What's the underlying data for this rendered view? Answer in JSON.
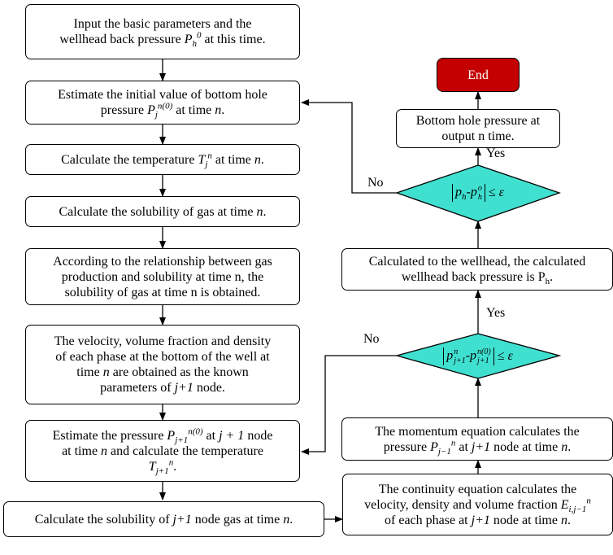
{
  "colors": {
    "decision_fill": "#40e0d0",
    "end_fill": "#c40000",
    "line": "#000000"
  },
  "left": {
    "b1": {
      "l1": "Input the basic parameters and the",
      "l2a": "wellhead back pressure ",
      "sym": "P",
      "sub": "h",
      "sup": "0",
      "l2b": " at this time."
    },
    "b2": {
      "l1": "Estimate the initial value of bottom hole",
      "l2a": "pressure ",
      "sym": "P",
      "sub": "j",
      "sup": "n(0)",
      "l2b": " at time ",
      "t": "n",
      "end": "."
    },
    "b3": {
      "a": "Calculate the temperature ",
      "sym": "T",
      "sub": "j",
      "sup": "n",
      "b": " at time ",
      "t": "n",
      "end": "."
    },
    "b4": {
      "a": "Calculate the solubility of gas at time ",
      "t": "n",
      "end": "."
    },
    "b5": {
      "l1": "According to the relationship between gas",
      "l2": "production and solubility at time n, the",
      "l3": "solubility of gas at time n is obtained."
    },
    "b6": {
      "l1": "The velocity, volume fraction and density",
      "l2": "of each phase at the bottom of the well at",
      "l3a": "time ",
      "t": "n",
      "l3b": " are obtained as the known",
      "l4a": "parameters of ",
      "node": "j+1",
      "l4b": " node."
    },
    "b7": {
      "l1a": "Estimate the pressure ",
      "sym": "P",
      "sub": "j+1",
      "sup": "n(0)",
      "l1b": " at ",
      "node": "j + 1",
      "l1c": " node",
      "l2a": "at time ",
      "t": "n",
      "l2b": " and calculate the temperature",
      "sym2": "T",
      "sub2": "j+1",
      "sup2": "n",
      "end": "."
    },
    "b8": {
      "a": "Calculate the solubility of ",
      "node": "j+1",
      "b": " node gas at time ",
      "t": "n",
      "end": "."
    }
  },
  "right": {
    "end_label": "End",
    "out": {
      "l1": "Bottom hole pressure at",
      "l2": "output n time."
    },
    "d1": {
      "p": "p",
      "s1": "h",
      "dash": "-",
      "p2": "p",
      "s2": "h",
      "sup2": "o",
      "rel": "≤",
      "eps": "ε"
    },
    "wh": {
      "l1": "Calculated to the wellhead, the calculated",
      "l2": "wellhead back pressure is P",
      "sub": "h",
      "end": "."
    },
    "d2": {
      "p": "p",
      "sub1": "j+1",
      "sup1": "n",
      "dash": "-",
      "p2": "p",
      "sub2": "j+1",
      "sup2": "n(0)",
      "rel": "≤",
      "eps": "ε"
    },
    "mom": {
      "l1": "The momentum equation calculates the",
      "l2a": "pressure ",
      "sym": "P",
      "sub": "j−1",
      "sup": "n",
      "l2b": " at ",
      "node": "j+1",
      "l2c": " node at time ",
      "t": "n",
      "end": "."
    },
    "cont": {
      "l1": "The continuity equation calculates the",
      "l2a": "velocity, density and volume fraction ",
      "sym": "E",
      "sub": "i,j−1",
      "sup": "n",
      "l3a": "of each phase at ",
      "node": "j+1",
      "l3b": " node at time ",
      "t": "n",
      "end": "."
    }
  },
  "labels": {
    "yes_top": "Yes",
    "no_top": "No",
    "yes_mid": "Yes",
    "no_mid": "No"
  }
}
